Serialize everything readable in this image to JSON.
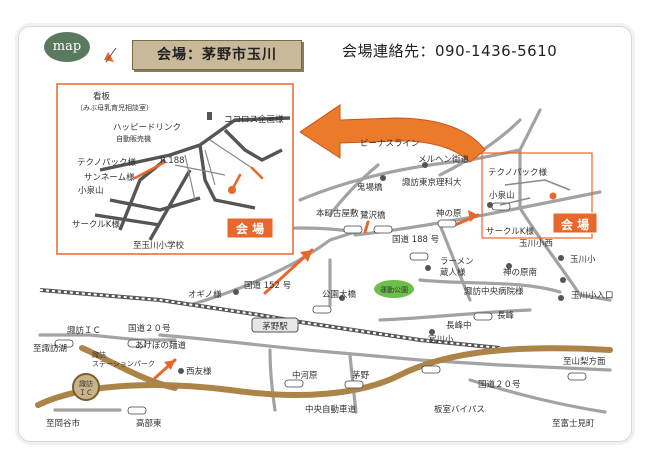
{
  "header": {
    "map_badge": "map",
    "venue_banner": "会場：茅野市玉川",
    "contact": "会場連絡先：090-1436-5610"
  },
  "colors": {
    "road": "#a0a0a0",
    "route": "#e8672c",
    "expressway": "#a8834a",
    "callout_border": "#e8672c",
    "venue_label_bg": "#e8672c",
    "park": "#6cc04a"
  },
  "inset": {
    "labels": {
      "signboard": "看板",
      "signboard_note": "（みぶ母乳育児相談室）",
      "happy_drink": "ハッピードリンク",
      "vending": "自動販売機",
      "cocos": "ココロス企画様",
      "technopack": "テクノパック様",
      "sunname": "サンネーム様",
      "koizumiyama": "小泉山",
      "circle_k": "サークルK様",
      "route188": "R.188",
      "to_school": "至玉川小学校",
      "venue": "会 場"
    }
  },
  "main_map": {
    "labels": {
      "venus_line": "ビーナスライン",
      "merhen": "メルヘン街道",
      "kitoba": "鬼場橋",
      "suwa_univ": "諏訪東京理科大",
      "technopack": "テクノパック様",
      "koizumiyama": "小泉山",
      "circle_k": "サークルK様",
      "motomachi": "本町古屋敷",
      "houzawa": "鷺沢橋",
      "kaminohara": "神の原",
      "kokudo188": "国道 188 号",
      "tamagawa_nishi": "玉川小西",
      "tamagawa_sho": "玉川小",
      "tamagawa_iriguchi": "玉川小入口",
      "ramen": "ラーメン",
      "kurahito": "蔵人様",
      "kaminohara_minami": "神の原南",
      "suwa_hospital": "諏訪中央病院様",
      "kokudo152": "国道 152 号",
      "ogino": "オギノ様",
      "kouen_ohashi": "公園大橋",
      "undou_kouen": "運動公園",
      "nagaminenaka": "長峰中",
      "nagamine": "長峰",
      "miyagawa": "宮川小",
      "chino_station": "茅野駅",
      "suwa_ic": "諏訪ＩＣ",
      "to_suwako": "至諏訪湖",
      "kokudo20_top": "国道２０号",
      "akebono": "あけぼの麺道",
      "suwa_station_park_1": "諏訪",
      "suwa_station_park_2": "ステーションパーク",
      "nishitomo": "西友様",
      "nakagawara": "中河原",
      "chino": "茅野",
      "to_yamanashi": "至山梨方面",
      "kokudo20_bottom": "国道２０号",
      "suwa_ic_round_1": "諏訪",
      "suwa_ic_round_2": "ＩＣ",
      "chuo_expressway": "中央自動車道",
      "itamuro_bypass": "板室バイパス",
      "to_okaya": "至岡谷市",
      "takabe_higashi": "高部東",
      "to_fujimi": "至富士見町",
      "venue": "会 場"
    }
  }
}
